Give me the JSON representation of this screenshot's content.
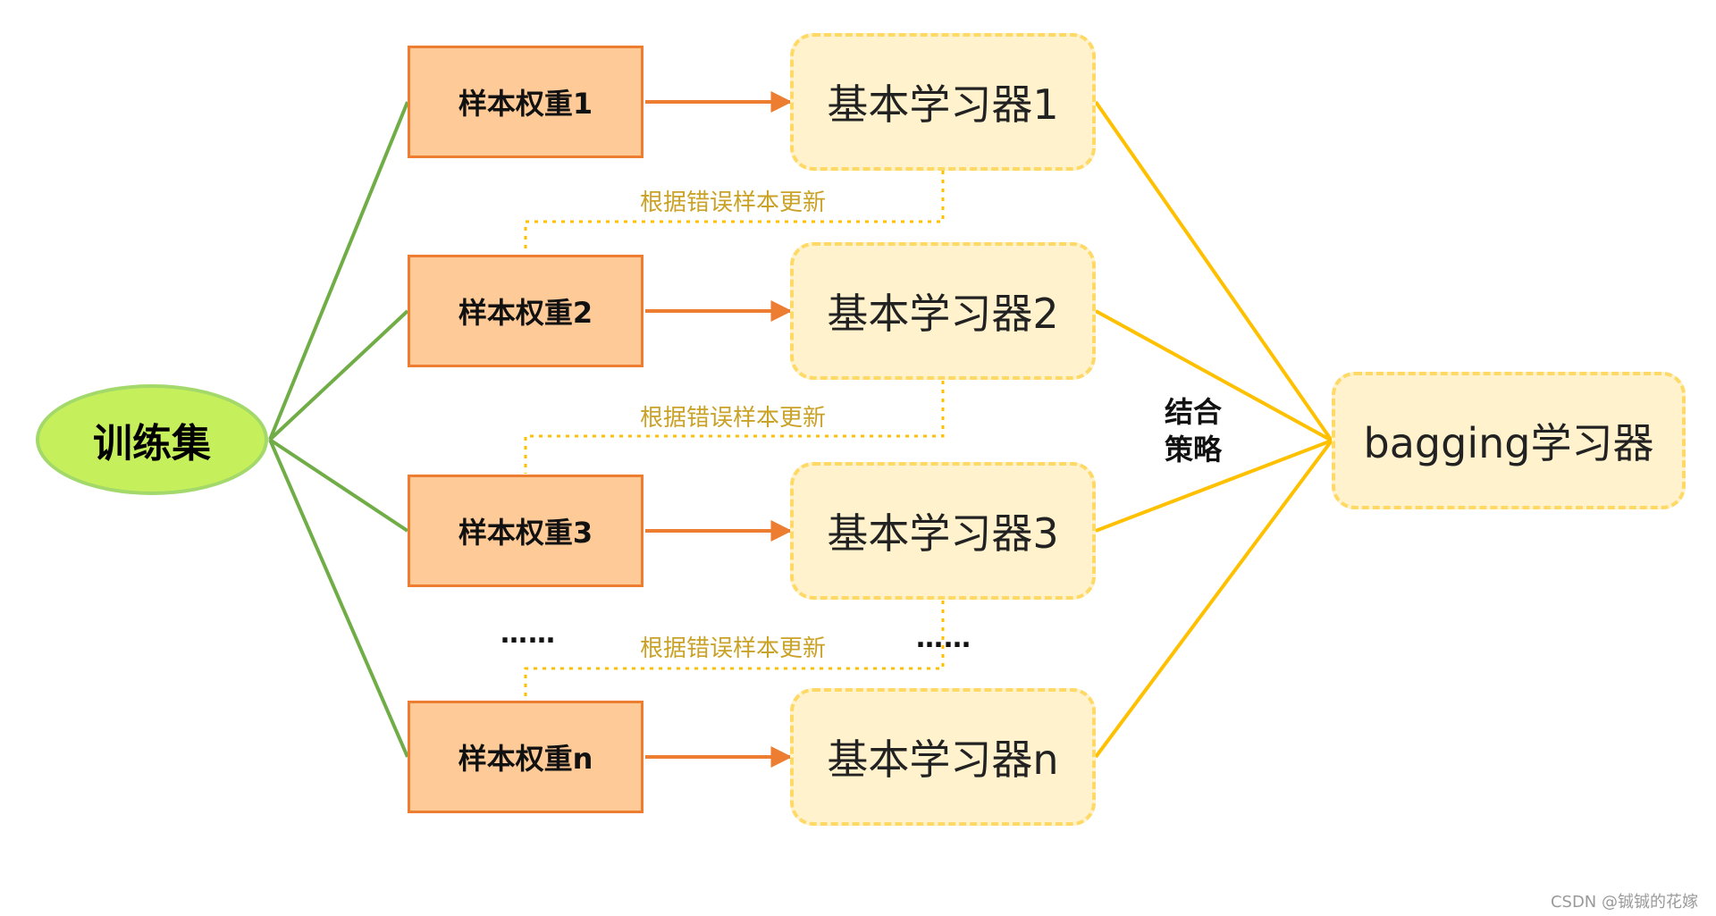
{
  "training_set": "训练集",
  "sample_weights": [
    "样本权重1",
    "样本权重2",
    "样本权重3",
    "样本权重n"
  ],
  "base_learners": [
    "基本学习器1",
    "基本学习器2",
    "基本学习器3",
    "基本学习器n"
  ],
  "update_labels": [
    "根据错误样本更新",
    "根据错误样本更新",
    "根据错误样本更新"
  ],
  "ellipsis": "……",
  "combine_strategy": [
    "结合",
    "策略"
  ],
  "bagging_learner": "bagging学习器",
  "watermark": "CSDN @铖铖的花嫁",
  "colors": {
    "train_fill": "#c6ef5c",
    "train_edge_line": "#70ad47",
    "weight_fill": "#fdca98",
    "weight_border": "#ed7d31",
    "learner_fill": "#fff2cc",
    "learner_border": "#ffd966",
    "combine_line": "#ffc000",
    "update_text": "#c9a227"
  }
}
